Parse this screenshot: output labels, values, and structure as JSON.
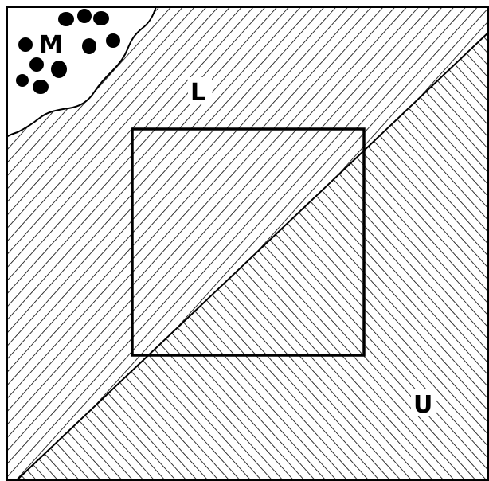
{
  "diagram": {
    "labels": {
      "m": "M",
      "l": "L",
      "u": "U"
    },
    "colors": {
      "ink": "#000000",
      "paper": "#ffffff"
    },
    "regions": [
      {
        "label_key": "m",
        "fill": "dots"
      },
      {
        "label_key": "l",
        "fill": "hatch-descending"
      },
      {
        "label_key": "u",
        "fill": "hatch-ascending"
      }
    ],
    "inset_square": true
  }
}
